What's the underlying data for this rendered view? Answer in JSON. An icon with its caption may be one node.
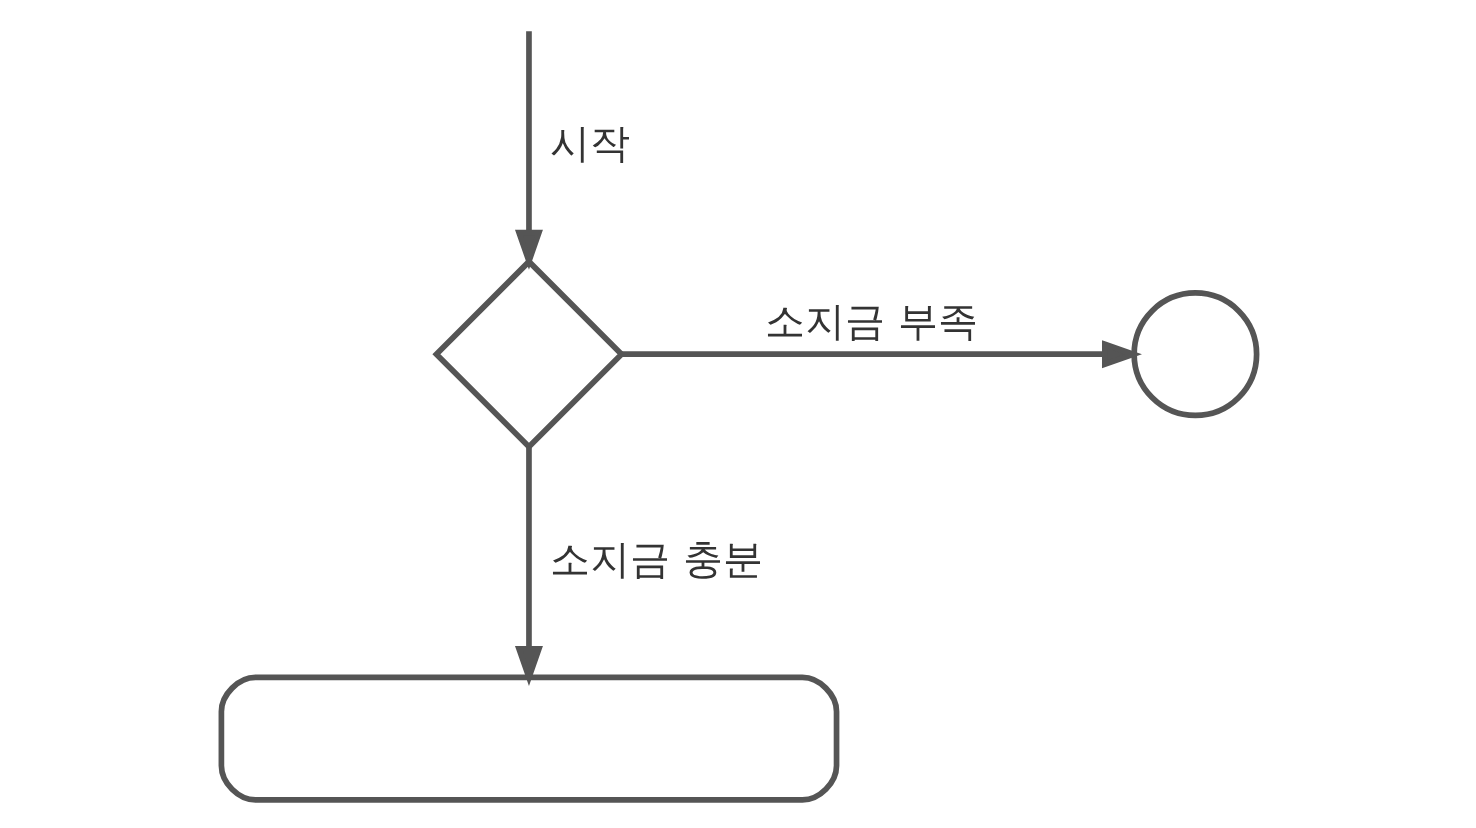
{
  "diagram": {
    "nodes": [
      {
        "text": [],
        "shape": "diamond"
      },
      {
        "text": [],
        "shape": "circle"
      },
      {
        "text": [],
        "shape": "box"
      }
    ],
    "edges": [
      {
        "from": null,
        "to": 0,
        "arrow": "to",
        "label": "시작"
      },
      {
        "from": 0,
        "to": 1,
        "arrow": "to",
        "label": "소지금 부족"
      },
      {
        "from": 0,
        "to": 2,
        "arrow": "to",
        "label": "소지금 충분"
      }
    ]
  }
}
